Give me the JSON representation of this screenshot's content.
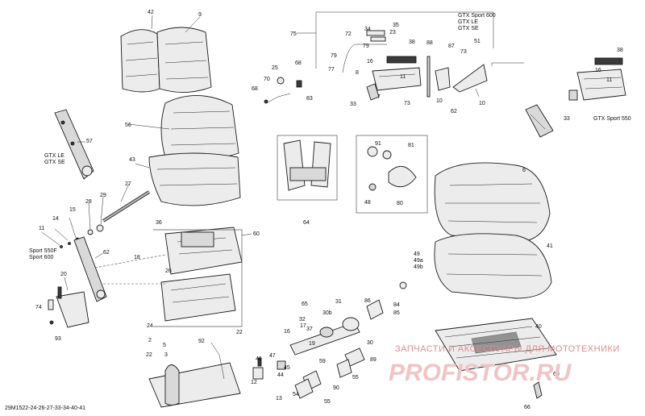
{
  "diagram_code": "29M1522-24-26-27-33-34-40-41",
  "watermark": {
    "line1": "ЗАПЧАСТИ И АКСЕССУАРЫ ДЛЯ МОТОТЕХНИКИ",
    "line2": "PROFISTOR.RU"
  },
  "variants": {
    "gtx_sport600": "GTX Sport 600",
    "gtx_le_top": "GTX LE",
    "gtx_se_top": "GTX SE",
    "gtx_le_left": "GTX LE",
    "gtx_se_left": "GTX SE",
    "sport550f": "Sport 550F",
    "sport600": "Sport 600",
    "gtx_sport550": "GTX Sport 550"
  },
  "callouts": [
    "42",
    "9",
    "56",
    "57",
    "43",
    "27",
    "29",
    "28",
    "15",
    "14",
    "11",
    "62",
    "20",
    "74",
    "93",
    "36",
    "60",
    "18",
    "26",
    "24",
    "2",
    "5",
    "3",
    "92",
    "22",
    "22",
    "75",
    "72",
    "34",
    "35",
    "23",
    "79",
    "38",
    "16",
    "8",
    "11",
    "77",
    "79",
    "25",
    "68",
    "70",
    "68",
    "83",
    "33",
    "7",
    "73",
    "88",
    "87",
    "51",
    "73",
    "10",
    "62",
    "10",
    "38",
    "16",
    "11",
    "33",
    "6",
    "41",
    "49",
    "49a",
    "49b",
    "91",
    "81",
    "48",
    "80",
    "64",
    "65",
    "32",
    "17",
    "37",
    "31",
    "30b",
    "30",
    "19",
    "86",
    "84",
    "85",
    "16",
    "46",
    "12",
    "47",
    "45",
    "44",
    "13",
    "54",
    "59",
    "89",
    "55",
    "90",
    "55",
    "40",
    "69",
    "66"
  ]
}
